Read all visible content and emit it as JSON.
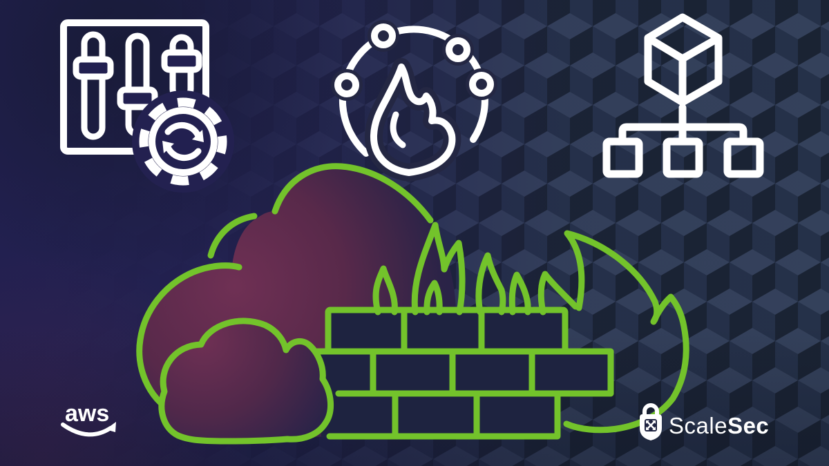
{
  "logos": {
    "aws": {
      "wordmark": "aws"
    },
    "scalesec": {
      "name_regular": "Scale",
      "name_bold": "Sec"
    }
  },
  "icons": {
    "top_left": "settings-sliders-with-sync-gear",
    "top_center": "fire-inside-network-orbit",
    "top_right": "cube-with-hierarchy-tree",
    "bottom_left": "aws-smile-logo",
    "bottom_right": "scalesec-padlock-logo",
    "center": "cloud-and-brick-firewall-on-fire"
  },
  "colors": {
    "background_left": "#232150",
    "cube_top": "#34415b",
    "cube_left": "#253149",
    "cube_right": "#1a2333",
    "accent_green": "#73c32b",
    "maroon_glow": "#6f3054",
    "icon_white": "#ffffff",
    "dark_fill": "#1e2340"
  }
}
